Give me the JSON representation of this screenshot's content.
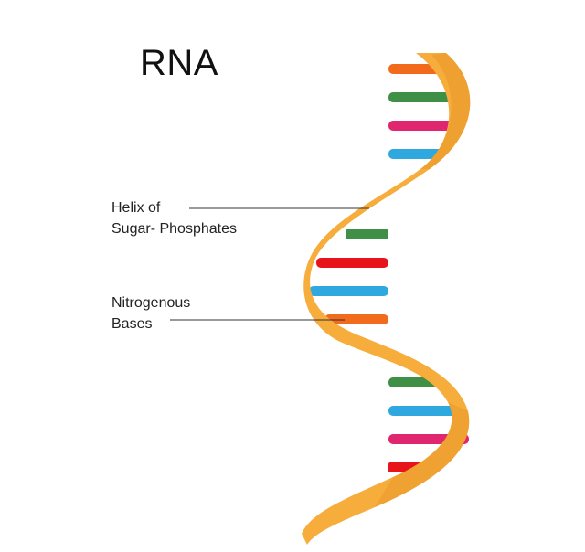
{
  "title": "RNA",
  "labels": {
    "helix": {
      "line1": "Helix of",
      "line2": "Sugar- Phosphates"
    },
    "bases": {
      "line1": "Nitrogenous",
      "line2": "Bases"
    }
  },
  "colors": {
    "backbone": "#f6ad3b",
    "backbone_shade": "#e8962a",
    "leader_line": "#333333",
    "base_orange": "#f26a1c",
    "base_green": "#3f8f46",
    "base_pink": "#e0266f",
    "base_blue": "#2fa8df",
    "base_red": "#e8141c"
  },
  "bases_sequence": [
    "orange",
    "green",
    "pink",
    "blue",
    "green",
    "red",
    "blue",
    "orange",
    "green",
    "blue",
    "pink",
    "red"
  ]
}
